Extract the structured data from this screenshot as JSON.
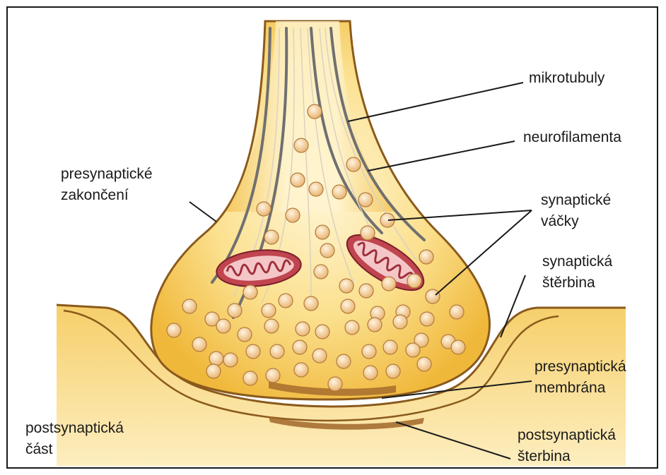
{
  "labels": {
    "mikrotubuly": "mikrotubuly",
    "neurofilamenta": "neurofilamenta",
    "presynapticke_1": "presynaptické",
    "presynapticke_2": "zakončení",
    "synapticke_1": "synaptické",
    "synapticke_2": "váčky",
    "sterbina_1": "synaptická",
    "sterbina_2": "štěrbina",
    "membrana_1": "presynaptická",
    "membrana_2": "membrána",
    "post_cast_1": "postsynaptická",
    "post_cast_2": "část",
    "post_sterbina_1": "postsynaptická",
    "post_sterbina_2": "šterbina"
  },
  "colors": {
    "membrane": "#8a5a1c",
    "cytoplasm_light": "#fff3c4",
    "cytoplasm_dark": "#f0b83a",
    "vesicle": "#f3c98a",
    "mitochondrion": "#c0454f",
    "microtubule": "#707070",
    "leader_line": "#1a1a1a"
  }
}
